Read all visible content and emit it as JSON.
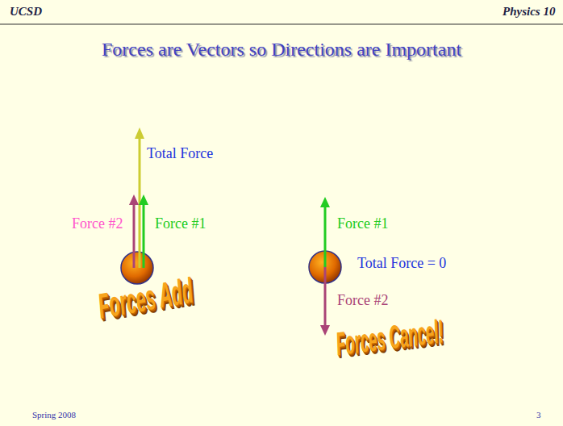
{
  "diagram": {
    "title": "Forces are Vectors so Directions are Important",
    "labels": [
      "UCSD",
      "Physics 10",
      "Total Force",
      "Force #2",
      "Force #1",
      "Force #1",
      "Total Force = 0",
      "Force #2",
      "Forces Add",
      "Forces Cancel!",
      "Spring 2008",
      "3"
    ]
  }
}
